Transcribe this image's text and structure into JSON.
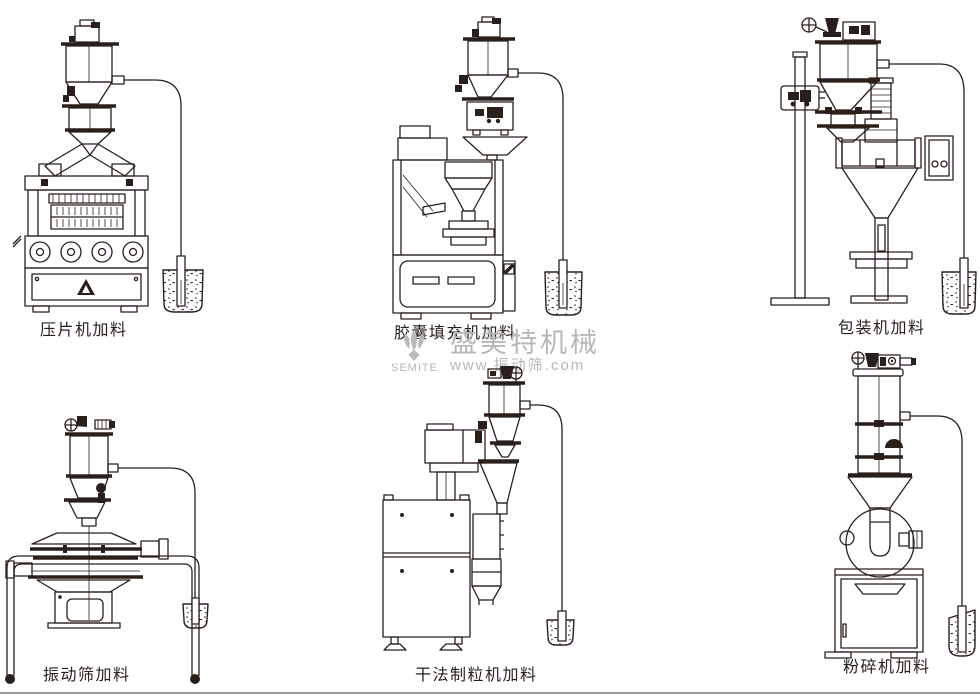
{
  "page": {
    "background": "#ffffff",
    "line_color": "#2a201b",
    "watermark_color": "#b7b7b8"
  },
  "watermark": {
    "brand": "盛美特机械",
    "latin": "SEMITE",
    "url": "www.振动筛.com",
    "logo": "semite-diamond-mark"
  },
  "diagrams": [
    {
      "id": "tablet-press-feeding",
      "label": "压片机加料"
    },
    {
      "id": "capsule-filling-machine-feeding",
      "label": "胶囊填充机加料"
    },
    {
      "id": "packaging-machine-feeding",
      "label": "包装机加料"
    },
    {
      "id": "vibrating-sieve-feeding",
      "label": "振动筛加料"
    },
    {
      "id": "dry-granulator-feeding",
      "label": "干法制粒机加料"
    },
    {
      "id": "pulverizer-feeding",
      "label": "粉碎机加料"
    }
  ]
}
